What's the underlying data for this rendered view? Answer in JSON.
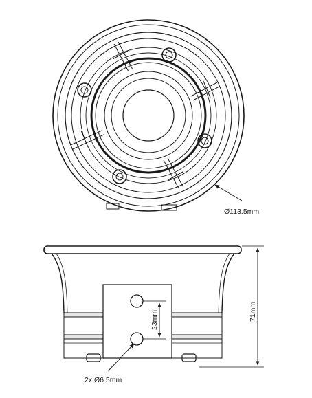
{
  "title": "",
  "top_view": {
    "diameter_label": "Ø113.5mm"
  },
  "side_view": {
    "height_label": "71mm",
    "hole_spacing_label": "23mm",
    "holes_label": "2x Ø6.5mm"
  },
  "colors": {
    "line": "#1a1a1a",
    "band_fill": "#e6e6e6",
    "background": "#ffffff"
  }
}
